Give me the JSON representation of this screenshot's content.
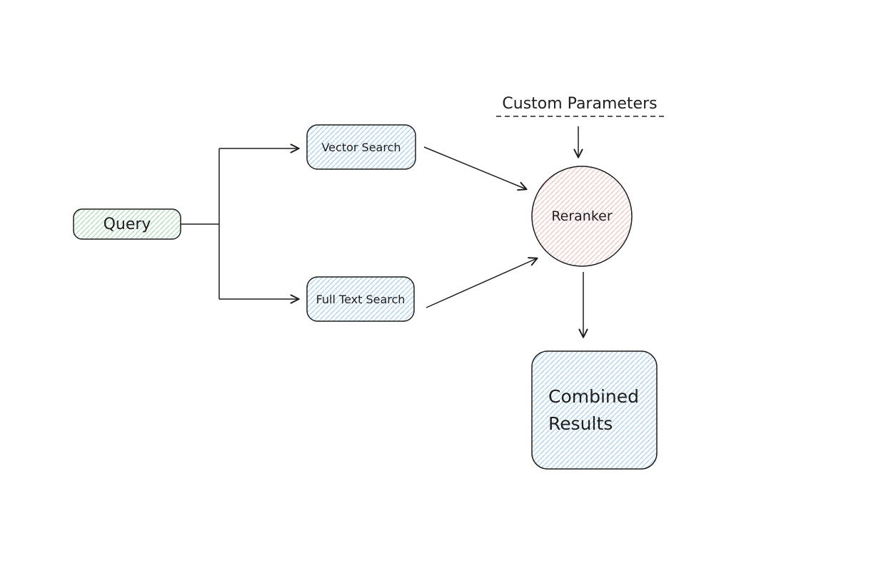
{
  "page": {
    "background": "#ffffff"
  },
  "colors": {
    "stroke": "#1e1e1e",
    "text": "#1e1e1e",
    "green_hatch": "#b5dfc0",
    "blue_hatch": "#b1d5f0",
    "red_hatch": "#f0c9c9"
  },
  "nodes": {
    "query": {
      "label": "Query",
      "shape": "rounded-rect",
      "fill": "green-hachure"
    },
    "vector_search": {
      "label": "Vector Search",
      "shape": "rounded-rect",
      "fill": "blue-hachure"
    },
    "full_text_search": {
      "label": "Full Text Search",
      "shape": "rounded-rect",
      "fill": "blue-hachure"
    },
    "reranker": {
      "label": "Reranker",
      "shape": "circle",
      "fill": "red-hachure"
    },
    "combined_results": {
      "label": "Combined Results",
      "shape": "rounded-rect",
      "fill": "blue-hachure"
    }
  },
  "annotations": {
    "custom_parameters": {
      "label": "Custom Parameters",
      "underline": "dashed"
    }
  },
  "edges": [
    {
      "from": "query",
      "to": "vector_search",
      "type": "elbow-arrow"
    },
    {
      "from": "query",
      "to": "full_text_search",
      "type": "elbow-arrow"
    },
    {
      "from": "vector_search",
      "to": "reranker",
      "type": "arrow"
    },
    {
      "from": "full_text_search",
      "to": "reranker",
      "type": "arrow"
    },
    {
      "from": "custom_parameters",
      "to": "reranker",
      "type": "arrow"
    },
    {
      "from": "reranker",
      "to": "combined_results",
      "type": "arrow"
    }
  ]
}
